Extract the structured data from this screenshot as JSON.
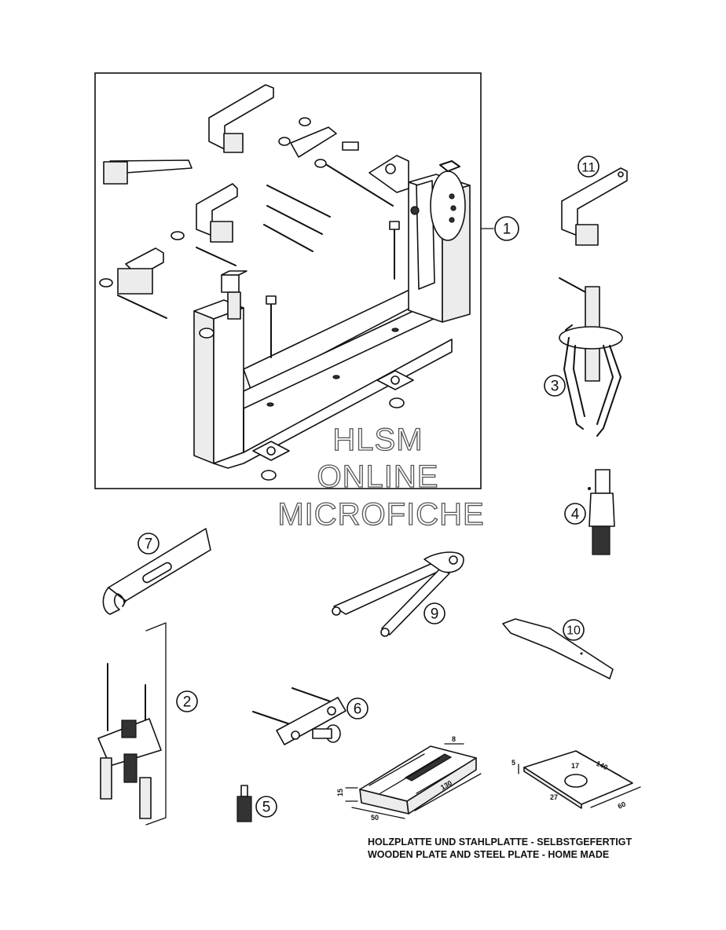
{
  "callouts": {
    "c1": "1",
    "c2": "2",
    "c3": "3",
    "c4": "4",
    "c5": "5",
    "c6": "6",
    "c7": "7",
    "c9": "9",
    "c10": "10",
    "c11": "11"
  },
  "watermark": {
    "line1": "HLSM",
    "line2": "ONLINE",
    "line3": "MICROFICHE"
  },
  "dimensions": {
    "wood_thickness": "15",
    "wood_width": "50",
    "wood_length": "130",
    "wood_slot": "8",
    "steel_edge": "5",
    "steel_hole": "17",
    "steel_length": "140",
    "steel_offset": "27",
    "steel_width": "60"
  },
  "caption": {
    "german": "HOLZPLATTE UND STAHLPLATTE - SELBSTGEFERTIGT",
    "english": "WOODEN PLATE AND STEEL PLATE - HOME MADE"
  }
}
